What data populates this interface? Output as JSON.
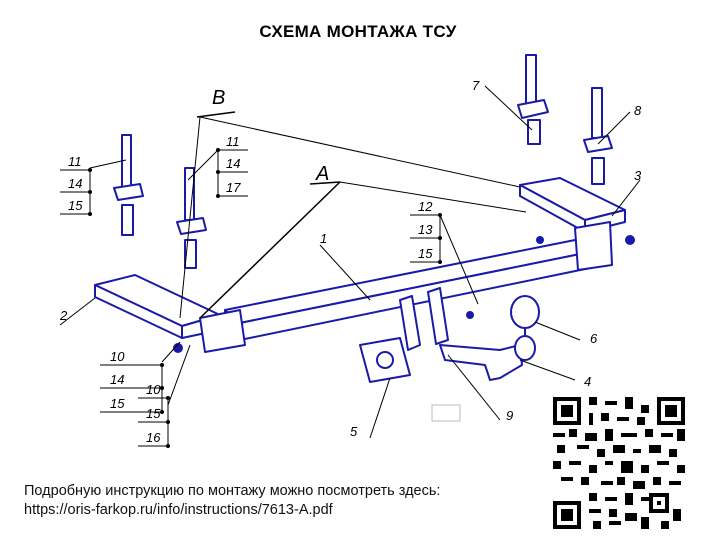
{
  "title": "СХЕМА МОНТАЖА ТСУ",
  "views": {
    "a": "A",
    "b": "B"
  },
  "parts": {
    "p1": "1",
    "p2": "2",
    "p3": "3",
    "p4": "4",
    "p5": "5",
    "p6": "6",
    "p7": "7",
    "p8": "8",
    "p9": "9"
  },
  "hardware_groups": {
    "left_top": [
      "11",
      "14",
      "15"
    ],
    "mid_top": [
      "11",
      "14",
      "17"
    ],
    "right": [
      "12",
      "13",
      "15"
    ],
    "bottom_left": [
      "10",
      "14",
      "15"
    ],
    "bottom_left_2": [
      "10",
      "15",
      "16"
    ]
  },
  "footer": {
    "line1": "Подробную инструкцию по монтажу можно посмотреть здесь:",
    "line2": "https://oris-farkop.ru/info/instructions/7613-A.pdf"
  },
  "colors": {
    "line": "#1a1aa8",
    "text": "#000000"
  }
}
